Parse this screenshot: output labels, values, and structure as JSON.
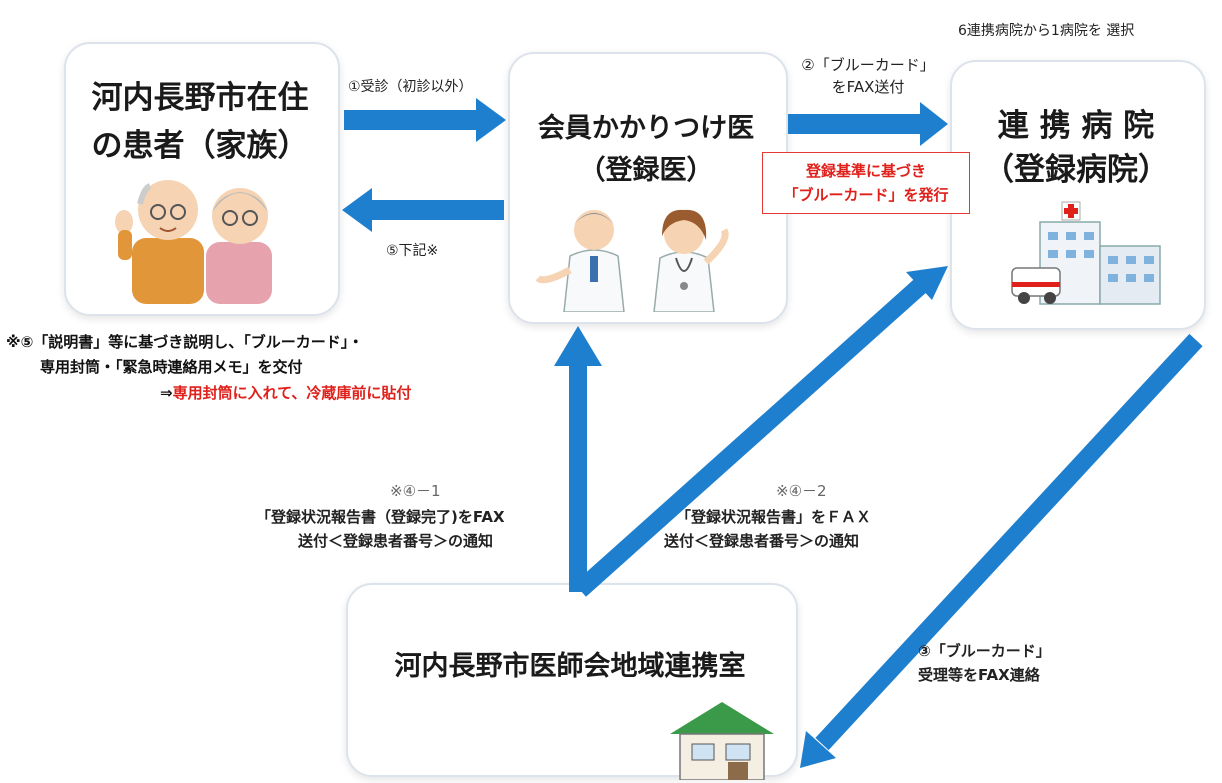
{
  "nodes": {
    "patient": {
      "line1": "河内長野市在住",
      "line2": "の患者（家族）"
    },
    "doctor": {
      "line1": "会員かかりつけ医",
      "line2": "（登録医）"
    },
    "hospital": {
      "line1": "連 携 病 院",
      "line2": "（登録病院）",
      "note": "6連携病院から1病院を 選択"
    },
    "office": {
      "title": "河内長野市医師会地域連携室"
    }
  },
  "flows": {
    "step1": "①受診（初診以外）",
    "step2_line1": "②「ブルーカード」",
    "step2_line2": "をFAX送付",
    "step2_box_line1": "登録基準に基づき",
    "step2_box_line2": "「ブルーカード」を発行",
    "step5": "⑤下記※",
    "step3_line1": "③「ブルーカード」",
    "step3_line2": "受理等をFAX連絡",
    "step4_1_head": "※④－1",
    "step4_1_line1": "「登録状況報告書（登録完了)をFAX",
    "step4_1_line2": "送付＜登録患者番号＞の通知",
    "step4_2_head": "※④－2",
    "step4_2_line1": "「登録状況報告書」をＦＡＸ",
    "step4_2_line2": "送付＜登録患者番号＞の通知"
  },
  "note5": {
    "line1": "※⑤「説明書」等に基づき説明し、「ブルーカード」・",
    "line2": "専用封筒・「緊急時連絡用メモ」を交付",
    "line3_prefix": "⇒",
    "line3_red": "専用封筒に入れて、冷蔵庫前に貼付"
  },
  "colors": {
    "arrow": "#1f7fcf",
    "emphasis": "#e0201b"
  }
}
